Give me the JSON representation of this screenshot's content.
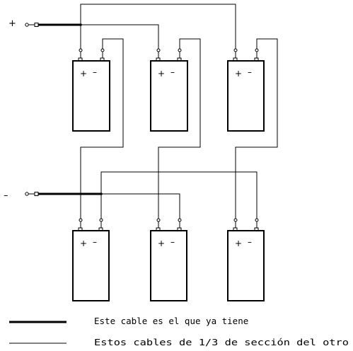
{
  "diagram": {
    "supply": {
      "positive_sign": "+",
      "negative_sign": "–"
    },
    "battery_terminals": {
      "positive": "+",
      "negative": "–"
    },
    "batteries_top_row": 3,
    "batteries_bottom_row": 3,
    "legend": {
      "thick_cable": "Este cable es el que ya tiene",
      "thin_cable": "Estos cables de 1/3 de sección del otro"
    },
    "colors": {
      "line": "#000000",
      "background": "#ffffff"
    }
  }
}
